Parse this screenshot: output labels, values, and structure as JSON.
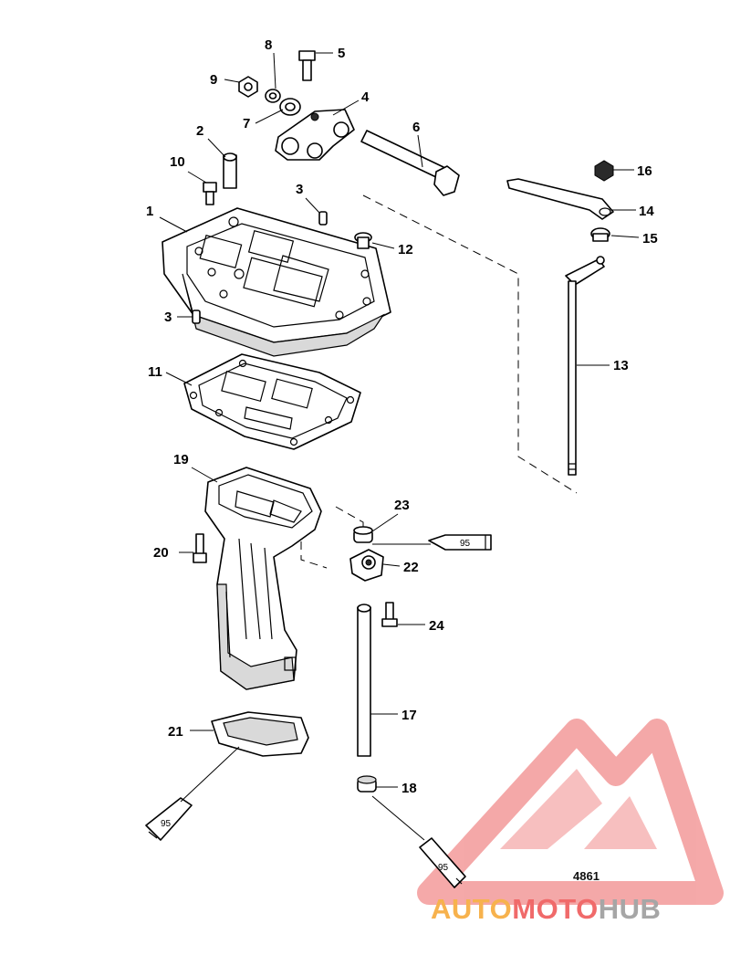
{
  "callouts": {
    "c1": "1",
    "c2": "2",
    "c3a": "3",
    "c3b": "3",
    "c4": "4",
    "c5": "5",
    "c6": "6",
    "c7": "7",
    "c8": "8",
    "c9": "9",
    "c10": "10",
    "c11": "11",
    "c12": "12",
    "c13": "13",
    "c14": "14",
    "c15": "15",
    "c16": "16",
    "c17": "17",
    "c18": "18",
    "c19": "19",
    "c20": "20",
    "c21": "21",
    "c22": "22",
    "c23": "23",
    "c24": "24"
  },
  "sealant_tubes": {
    "t1": "95",
    "t2": "95",
    "t3": "95"
  },
  "figure_number": "4861",
  "watermark": {
    "part1": "AUTO",
    "part2": "MOTO",
    "part3": "HUB",
    "colors": {
      "auto": "#f7b24d",
      "moto": "#f06a6a",
      "hub": "#a6a6a6",
      "logo": "#f08080"
    }
  }
}
